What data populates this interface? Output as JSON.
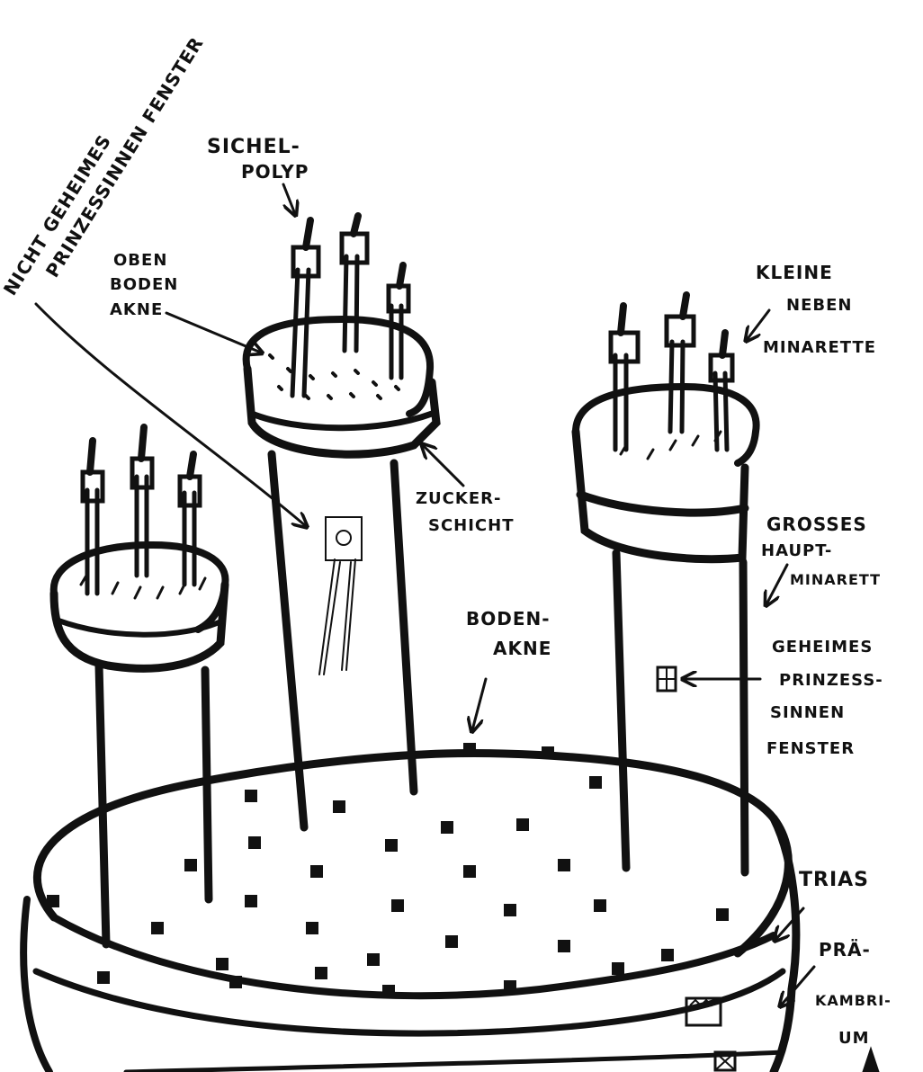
{
  "colors": {
    "ink": "#111111",
    "paper": "#ffffff"
  },
  "labels": {
    "nicht_geheim_1": "NICHT GEHEIMES",
    "nicht_geheim_2": "PRINZESSINNEN FENSTER",
    "sichel_1": "SICHEL-",
    "sichel_2": "POLYP",
    "oben_1": "OBEN",
    "oben_2": "BODEN",
    "oben_3": "AKNE",
    "kleine_1": "KLEINE",
    "kleine_2": "NEBEN",
    "kleine_3": "MINARETTE",
    "zucker_1": "ZUCKER-",
    "zucker_2": "SCHICHT",
    "grosses_1": "GROSSES",
    "grosses_2": "HAUPT-",
    "grosses_3": "MINARETT",
    "boden_1": "BODEN-",
    "boden_2": "AKNE",
    "geheim_1": "GEHEIMES",
    "geheim_2": "PRINZESS-",
    "geheim_3": "SINNEN",
    "geheim_4": "FENSTER",
    "trias": "TRIAS",
    "pra_1": "PRÄ-",
    "pra_2": "KAMBRI-",
    "pra_3": "UM"
  }
}
